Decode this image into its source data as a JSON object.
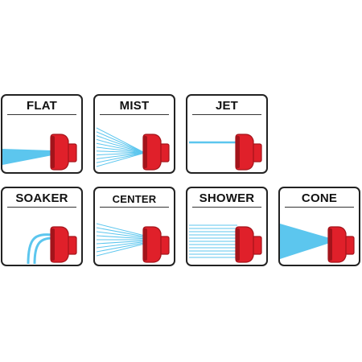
{
  "colors": {
    "nozzle_red": "#e0202a",
    "nozzle_red_dark": "#a3141b",
    "spray_blue": "#5cc6ee",
    "border": "#222222"
  },
  "patterns": [
    {
      "key": "flat",
      "label": "FLAT"
    },
    {
      "key": "mist",
      "label": "MIST"
    },
    {
      "key": "jet",
      "label": "JET"
    },
    {
      "key": "soaker",
      "label": "SOAKER"
    },
    {
      "key": "center",
      "label": "CENTER"
    },
    {
      "key": "shower",
      "label": "SHOWER"
    },
    {
      "key": "cone",
      "label": "CONE"
    }
  ]
}
